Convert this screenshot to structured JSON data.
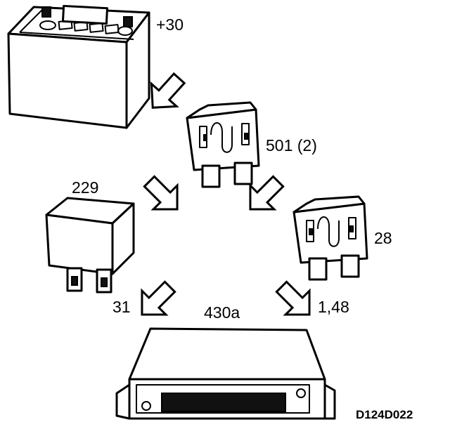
{
  "labels": {
    "battery": "+30",
    "fuse_upper": "501 (2)",
    "relay": "229",
    "fuse_lower": "28",
    "ground": "31",
    "ecu": "430a",
    "ecu_pins": "1,48",
    "drawing_code": "D124D022"
  }
}
